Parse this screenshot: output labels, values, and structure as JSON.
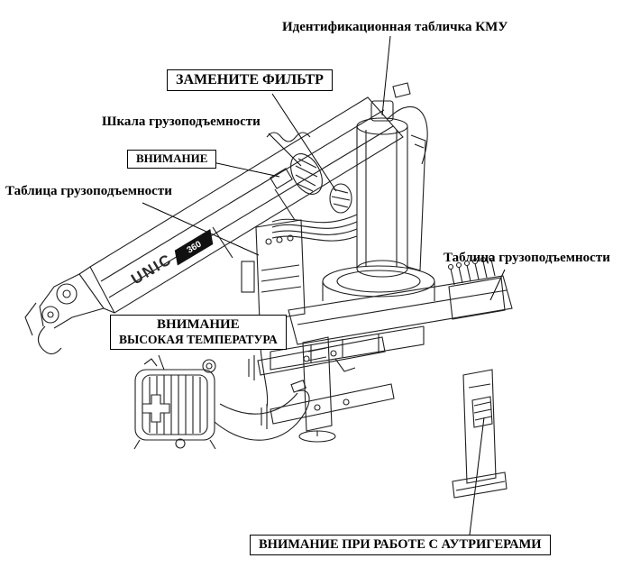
{
  "diagram": {
    "labels": {
      "id_plate": "Идентификационная табличка КМУ",
      "replace_filter": "ЗАМЕНИТЕ ФИЛЬТР",
      "load_scale": "Шкала грузоподъемности",
      "attention": "ВНИМАНИЕ",
      "load_table_left": "Таблица грузоподъемности",
      "load_table_right": "Таблица грузоподъемности",
      "high_temp_line1": "ВНИМАНИЕ",
      "high_temp_line2": "ВЫСОКАЯ ТЕМПЕРАТУРА",
      "outriggers": "ВНИМАНИЕ ПРИ РАБОТЕ С АУТРИГЕРАМИ"
    },
    "markings": {
      "brand": "UNIC",
      "model": "360"
    }
  }
}
